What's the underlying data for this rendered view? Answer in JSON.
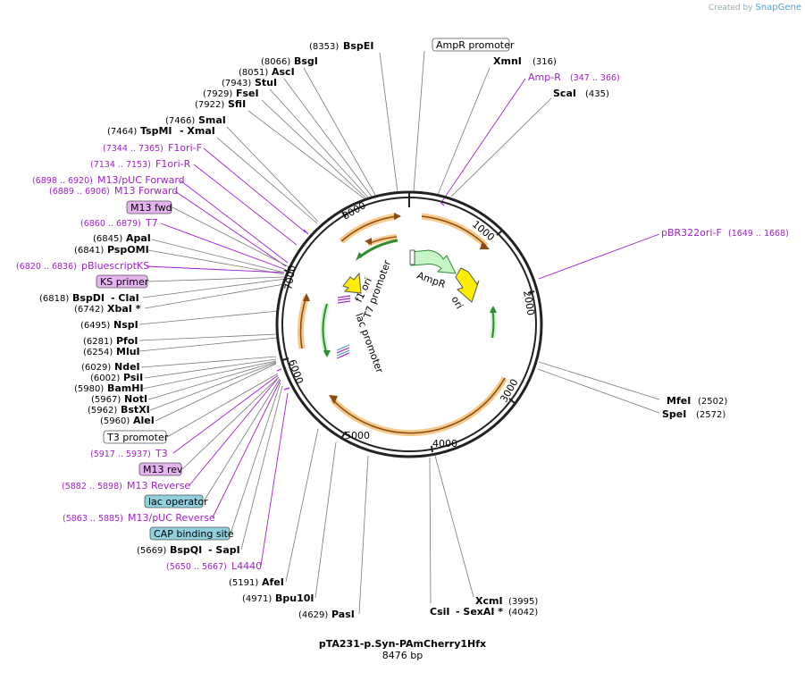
{
  "credit": {
    "prefix": "Created by",
    "brand": "SnapGene"
  },
  "plasmid": {
    "name": "pTA231-p.Syn-PAmCherry1Hfx",
    "length_label": "8476 bp",
    "length": 8476
  },
  "ticks": [
    "1000",
    "2000",
    "3000",
    "4000",
    "5000",
    "6000",
    "7000",
    "8000"
  ],
  "sites": [
    {
      "num": "(8353)",
      "name": "BspEI"
    },
    {
      "num": "(8066)",
      "name": "BsgI"
    },
    {
      "num": "(8051)",
      "name": "AscI"
    },
    {
      "num": "(7943)",
      "name": "StuI"
    },
    {
      "num": "(7929)",
      "name": "FseI"
    },
    {
      "num": "(7922)",
      "name": "SfiI"
    },
    {
      "num": "(7466)",
      "name": "SmaI"
    },
    {
      "num": "(7464)",
      "name": "TspMI",
      "extra": "- XmaI"
    },
    {
      "num": "(6845)",
      "name": "ApaI"
    },
    {
      "num": "(6841)",
      "name": "PspOMI"
    },
    {
      "num": "(6818)",
      "name": "BspDI",
      "extra": "- ClaI"
    },
    {
      "num": "(6742)",
      "name": "XbaI *"
    },
    {
      "num": "(6495)",
      "name": "NspI"
    },
    {
      "num": "(6281)",
      "name": "PfoI"
    },
    {
      "num": "(6254)",
      "name": "MluI"
    },
    {
      "num": "(6029)",
      "name": "NdeI"
    },
    {
      "num": "(6002)",
      "name": "PsiI"
    },
    {
      "num": "(5980)",
      "name": "BamHI"
    },
    {
      "num": "(5967)",
      "name": "NotI"
    },
    {
      "num": "(5962)",
      "name": "BstXI"
    },
    {
      "num": "(5960)",
      "name": "AleI"
    },
    {
      "num": "(5669)",
      "name": "BspQI",
      "extra": "- SapI"
    },
    {
      "num": "(5191)",
      "name": "AfeI"
    },
    {
      "num": "(4971)",
      "name": "Bpu10I"
    },
    {
      "num": "(4629)",
      "name": "PasI"
    },
    {
      "num": "(316)",
      "name": "XmnI"
    },
    {
      "num": "(435)",
      "name": "ScaI"
    },
    {
      "num": "(2502)",
      "name": "MfeI"
    },
    {
      "num": "(2572)",
      "name": "SpeI"
    },
    {
      "num": "(3995)",
      "name": "XcmI"
    },
    {
      "num": "(4042)",
      "name": "CsiI",
      "extra": "- SexAI *"
    }
  ],
  "primers": [
    {
      "range": "(7344 .. 7365)",
      "name": "F1ori-F"
    },
    {
      "range": "(7134 .. 7153)",
      "name": "F1ori-R"
    },
    {
      "range": "(6898 .. 6920)",
      "name": "M13/pUC Forward"
    },
    {
      "range": "(6889 .. 6906)",
      "name": "M13 Forward"
    },
    {
      "range": "(6860 .. 6879)",
      "name": "T7"
    },
    {
      "range": "(6820 .. 6836)",
      "name": "pBluescriptKS"
    },
    {
      "range": "(5917 .. 5937)",
      "name": "T3"
    },
    {
      "range": "(5882 .. 5898)",
      "name": "M13 Reverse"
    },
    {
      "range": "(5863 .. 5885)",
      "name": "M13/pUC Reverse"
    },
    {
      "range": "(5650 .. 5667)",
      "name": "L4440"
    },
    {
      "range": "(347 .. 366)",
      "name": "Amp-R"
    },
    {
      "range": "(1649 .. 1668)",
      "name": "pBR322ori-F"
    }
  ],
  "boxed": {
    "m13fwd": "M13 fwd",
    "ksprimer": "KS primer",
    "t3promoter": "T3 promoter",
    "m13rev": "M13 rev",
    "lacoperator": "lac operator",
    "capsite": "CAP binding site",
    "amprpromoter": "AmpR promoter"
  },
  "features": {
    "ampr": "AmpR",
    "ori": "ori",
    "f1ori": "f1 ori",
    "t7promoter": "T7 promoter",
    "lacpromoter": "lac promoter"
  },
  "colors": {
    "primer": "#a020d0",
    "orf_fill": "#f5c98a",
    "orf_stroke": "#8a4a10",
    "green_arrow": "#2e8b2e",
    "ampr_fill": "#c8f5c8",
    "ori_fill": "#ffee00",
    "pink_box": "#e4b3f0",
    "blue_box": "#8fd0dc"
  }
}
